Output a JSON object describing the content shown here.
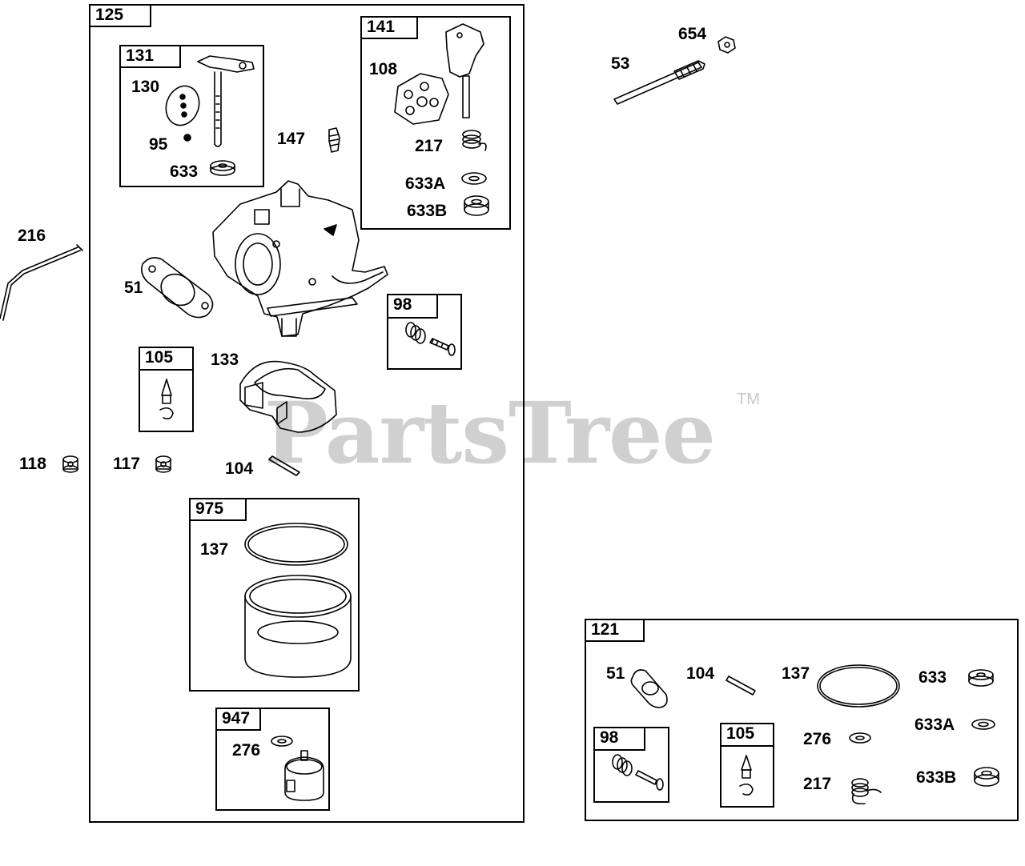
{
  "watermark": {
    "text": "PartsTree",
    "trademark": "TM"
  },
  "groups": {
    "g125": "125",
    "g131": "131",
    "g141": "141",
    "g98": "98",
    "g105": "105",
    "g975": "975",
    "g947": "947",
    "g121": "121",
    "g98b": "98",
    "g105b": "105"
  },
  "callouts": {
    "c130": "130",
    "c95": "95",
    "c633": "633",
    "c147": "147",
    "c108": "108",
    "c217": "217",
    "c633a": "633A",
    "c633b": "633B",
    "c654": "654",
    "c53": "53",
    "c216": "216",
    "c51": "51",
    "c133": "133",
    "c118": "118",
    "c117": "117",
    "c104": "104",
    "c137": "137",
    "c276": "276",
    "k51": "51",
    "k104": "104",
    "k137": "137",
    "k633": "633",
    "k633a": "633A",
    "k276": "276",
    "k633b": "633B",
    "k217": "217"
  }
}
